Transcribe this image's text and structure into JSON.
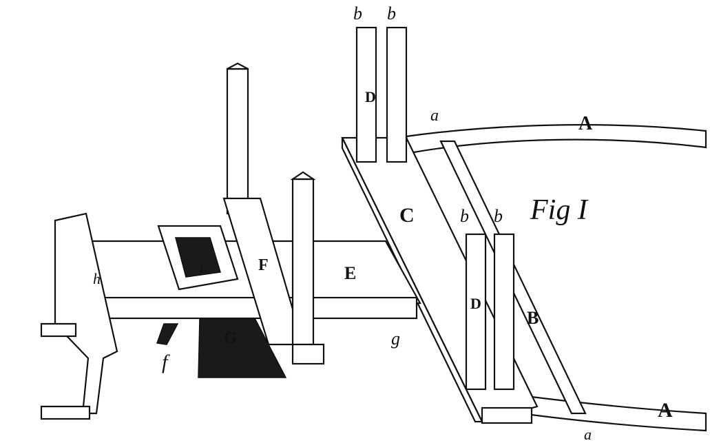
{
  "figure": {
    "title": "Fig I",
    "labels": {
      "A_top": "A",
      "A_bottom": "A",
      "B": "B",
      "C": "C",
      "D_top": "D",
      "D_right": "D",
      "E": "E",
      "F": "F",
      "G": "G",
      "a_top": "a",
      "a_bottom": "a",
      "b_top_left": "b",
      "b_top_right": "b",
      "b_mid_left": "b",
      "b_mid_right": "b",
      "f": "f",
      "g": "g",
      "h": "h",
      "i": "i"
    }
  }
}
